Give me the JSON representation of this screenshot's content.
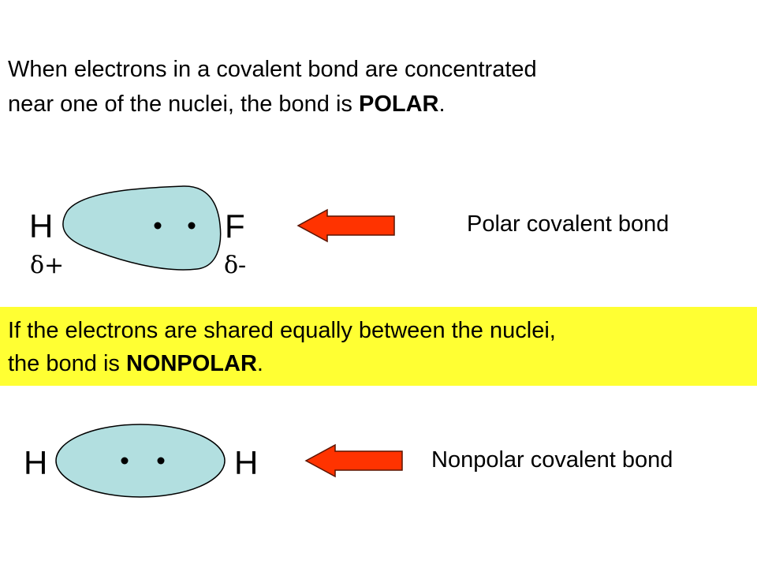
{
  "intro": {
    "line1": "When electrons in a covalent bond are concentrated",
    "line2_prefix": "near one of the nuclei, the bond is ",
    "line2_bold": "POLAR",
    "line2_suffix": "."
  },
  "polar": {
    "atom_left": "H",
    "atom_right": "F",
    "charge_left": "δ+",
    "charge_right": "δ-",
    "caption": "Polar covalent bond"
  },
  "nonpolar_statement": {
    "line1": "If the electrons are shared equally between the nuclei,",
    "line2_prefix": "the bond is ",
    "line2_bold": "NONPOLAR",
    "line2_suffix": "."
  },
  "nonpolar": {
    "atom_left": "H",
    "atom_right": "H",
    "caption": "Nonpolar covalent bond"
  },
  "colors": {
    "electron_cloud": "#b2dfe0",
    "arrow": "#ff3300",
    "highlight": "#ffff33"
  }
}
